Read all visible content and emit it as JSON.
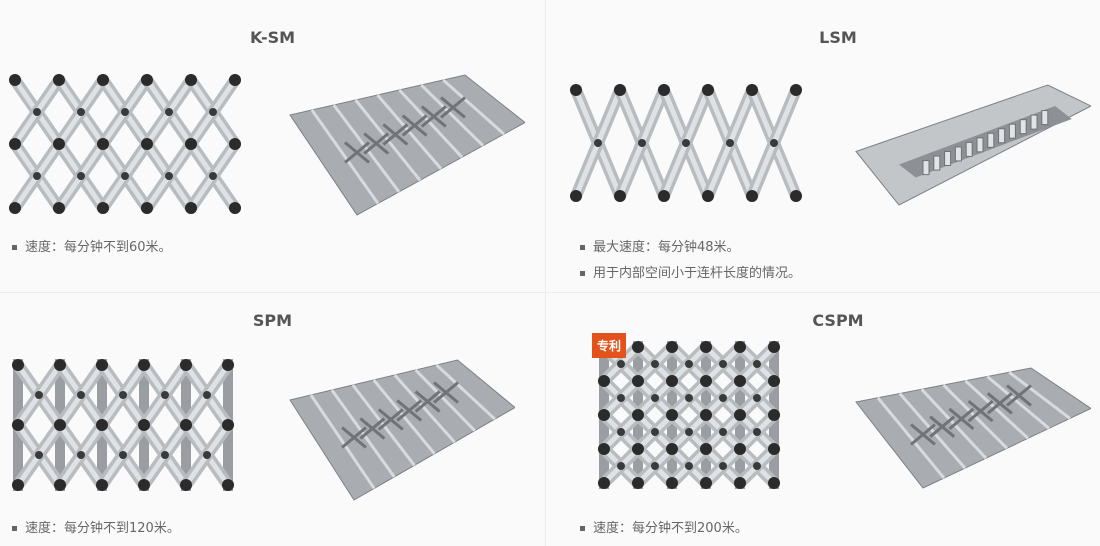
{
  "products": [
    {
      "title": "K-SM",
      "bullets": [
        "速度：每分钟不到60米。"
      ]
    },
    {
      "title": "LSM",
      "bullets": [
        "最大速度：每分钟48米。",
        "用于内部空间小于连杆长度的情况。"
      ]
    },
    {
      "title": "SPM",
      "bullets": [
        "速度：每分钟不到120米。"
      ]
    },
    {
      "title": "CSPM",
      "badge": "专利",
      "bullets": [
        "速度：每分钟不到200米。"
      ]
    }
  ],
  "colors": {
    "accent": "#e3521b",
    "text": "#666666",
    "title": "#555555"
  }
}
